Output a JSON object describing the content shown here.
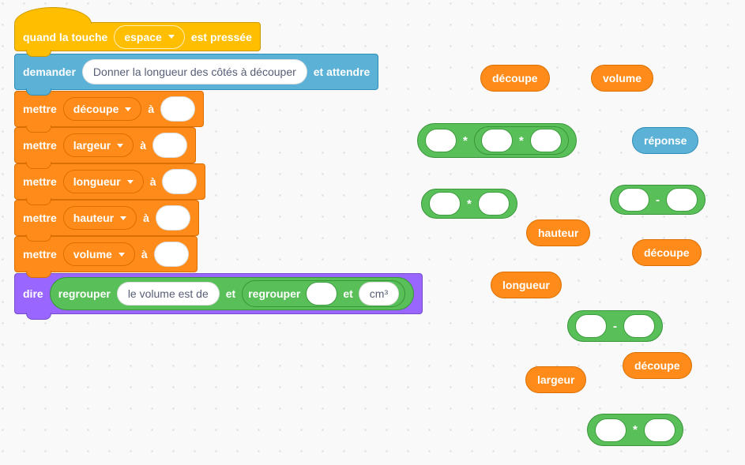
{
  "workspace": {
    "background": "#F9F9F9",
    "dot_color": "#D9DBE1"
  },
  "palette": {
    "events": "#FFBF00",
    "sensing": "#5CB1D6",
    "variables": "#FF8C1A",
    "operators": "#59C059",
    "looks": "#9966FF"
  },
  "blocks": {
    "when_key_pressed": {
      "prefix": "quand la touche",
      "key": "espace",
      "suffix": "est pressée"
    },
    "ask_and_wait": {
      "label": "demander",
      "question": "Donner la longueur des côtés à découper",
      "suffix": "et attendre"
    },
    "set_variable": {
      "label": "mettre",
      "to": "à",
      "variables": [
        "découpe",
        "largeur",
        "longueur",
        "hauteur",
        "volume"
      ]
    },
    "say": {
      "label": "dire",
      "join_label": "regrouper",
      "and_label": "et",
      "text": "le volume est de",
      "unit": "cm³"
    }
  },
  "operators": {
    "multiply": "*",
    "subtract": "-"
  },
  "floating_reporters": {
    "decoupe_top": "découpe",
    "volume": "volume",
    "reponse": "réponse",
    "hauteur": "hauteur",
    "decoupe_mid": "découpe",
    "longueur": "longueur",
    "decoupe_low": "découpe",
    "largeur": "largeur"
  }
}
